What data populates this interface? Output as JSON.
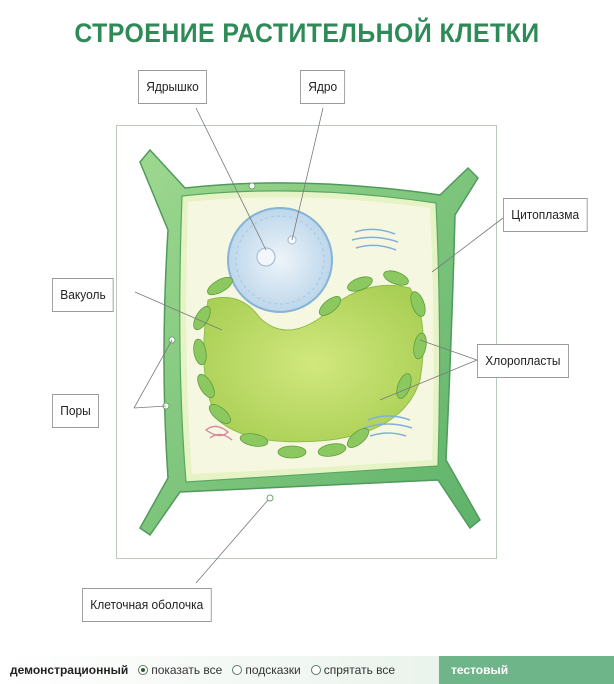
{
  "title": "СТРОЕНИЕ РАСТИТЕЛЬНОЙ КЛЕТКИ",
  "labels": {
    "nucleolus": "Ядрышко",
    "nucleus": "Ядро",
    "cytoplasm": "Цитоплазма",
    "vacuole": "Вакуоль",
    "chloroplasts": "Хлоропласты",
    "pores": "Поры",
    "cell_wall": "Клеточная оболочка"
  },
  "bottom_bar": {
    "mode_demo": "демонстрационный",
    "options": [
      "показать все",
      "подсказки",
      "спрятать все"
    ],
    "selected_option": "показать все",
    "mode_test": "тестовый"
  },
  "colors": {
    "title": "#2e8b57",
    "cell_wall": "#7cc47a",
    "cytoplasm": "#f4f6dc",
    "vacuole": "#bfdc6a",
    "chloroplast": "#8cc860",
    "nucleus": "#cfe2f0"
  }
}
